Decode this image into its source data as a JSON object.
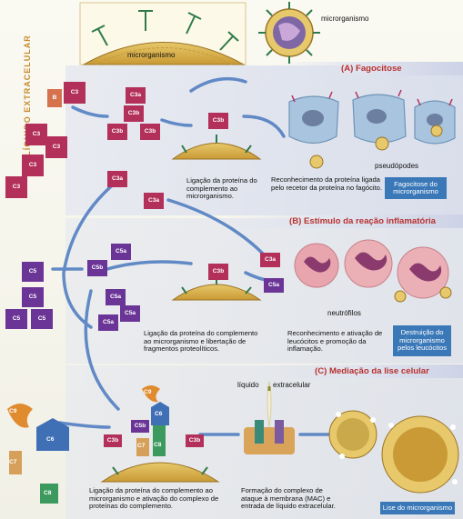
{
  "side_label": "LÍQUIDO EXTRACELULAR",
  "top": {
    "microorganism_left": "microrganismo",
    "microorganism_right": "microrganismo"
  },
  "sections": {
    "a": {
      "title": "(A) Fagocitose",
      "caption_binding": "Ligação da proteína do complemento ao microrganismo.",
      "caption_recognition": "Reconhecimento da proteína ligada pelo recetor da proteína no fagócito.",
      "pseudopods": "pseudópodes",
      "result": "Fagocitose do microrganismo"
    },
    "b": {
      "title": "(B) Estímulo da reação inflamatória",
      "caption_binding": "Ligação da proteína do complemento ao microrganismo e libertação de fragmentos proteolíticos.",
      "caption_recognition": "Reconhecimento e ativação de leucócitos e promoção da inflamação.",
      "neutrophils": "neutrófilos",
      "result": "Destruição do microrganismo pelos leucócitos"
    },
    "c": {
      "title": "(C) Mediação da lise celular",
      "fluid_left": "líquido",
      "fluid_right": "extracelular",
      "caption_binding": "Ligação da proteína do complemento ao microrganismo e ativação do complexo de proteínas do complemento.",
      "caption_mac": "Formação do complexo de ataque à membrana (MAC) e entrada de líquido extracelular.",
      "result": "Lise do microrganismo"
    }
  },
  "proteins": {
    "b": "B",
    "c3": "C3",
    "c3a": "C3a",
    "c3b": "C3b",
    "c5": "C5",
    "c5a": "C5a",
    "c5b": "C5b",
    "c6": "C6",
    "c7": "C7",
    "c8": "C8",
    "c9": "C9"
  },
  "colors": {
    "title_red": "#b8312e",
    "result_blue": "#3a78b8",
    "c3_color": "#b2305a",
    "c5_color": "#6a3596",
    "side_label": "#c78a2e"
  }
}
